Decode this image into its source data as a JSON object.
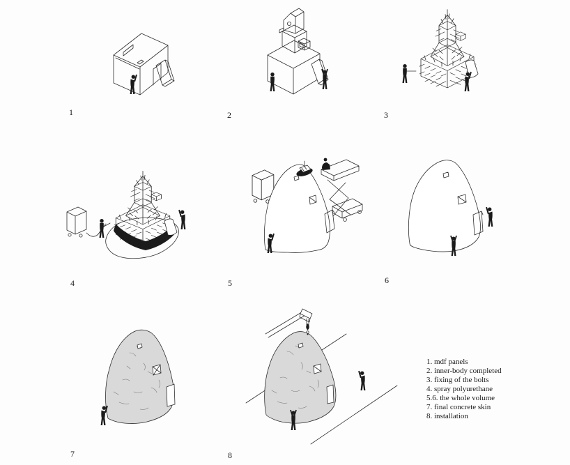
{
  "steps": [
    {
      "label": "1"
    },
    {
      "label": "2"
    },
    {
      "label": "3"
    },
    {
      "label": "4"
    },
    {
      "label": "5"
    },
    {
      "label": "6"
    },
    {
      "label": "7"
    },
    {
      "label": "8"
    }
  ],
  "legend": {
    "items": [
      "1. mdf panels",
      "2. inner-body completed",
      "3. fixing of the bolts",
      "4. spray polyurethane",
      "5.6. the whole volume",
      "7. final concrete skin",
      "8. installation"
    ]
  },
  "icons": {
    "worker": "human-silhouette",
    "spray_machine": "box-on-wheels",
    "crane": "hook-and-boom",
    "scissor_lift": "platform-lift"
  },
  "colors": {
    "background": "#fdfdfd",
    "line": "#2e2e2e",
    "dark": "#1b1b1b",
    "gray": "#d9d9d9",
    "text": "#1a1a1a"
  }
}
